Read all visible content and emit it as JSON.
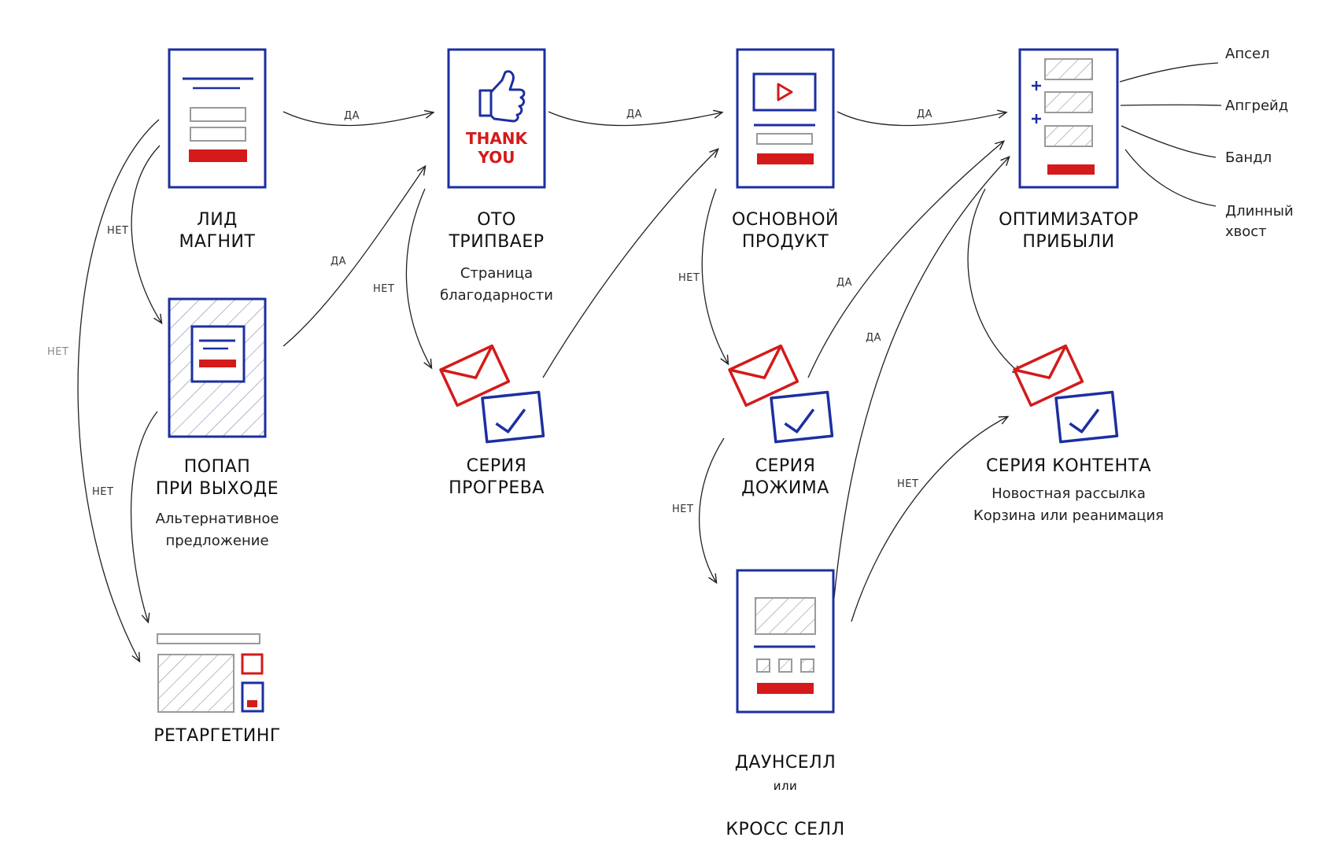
{
  "nodes": {
    "lead_magnet": {
      "title": "ЛИД\nМАГНИТ"
    },
    "exit_popup": {
      "title": "ПОПАП\nПРИ ВЫХОДЕ",
      "subtitle": "Альтернативное\nпредложение"
    },
    "retargeting": {
      "title": "РЕТАРГЕТИНГ"
    },
    "oto": {
      "title": "ОТО\nТРИПВАЕР",
      "subtitle": "Страница\nблагодарности",
      "thank_you": "THANK\nYOU"
    },
    "warmup": {
      "title": "СЕРИЯ\nПРОГРЕВА"
    },
    "core_product": {
      "title": "ОСНОВНОЙ\nПРОДУКТ"
    },
    "push_series": {
      "title": "СЕРИЯ\nДОЖИМА"
    },
    "downsell": {
      "title_main_1": "ДАУНСЕЛЛ",
      "title_small": "или",
      "title_main_2": "КРОСС СЕЛЛ"
    },
    "profit_optimizer": {
      "title": "ОПТИМИЗАТОР\nПРИБЫЛИ"
    },
    "content_series": {
      "title": "СЕРИЯ КОНТЕНТА",
      "subtitle": "Новостная рассылка\nКорзина или реанимация"
    }
  },
  "optimizer_options": [
    "Апсел",
    "Апгрейд",
    "Бандл",
    "Длинный\nхвост"
  ],
  "edge_labels": {
    "yes": "ДА",
    "no": "НЕТ"
  },
  "colors": {
    "blue": "#1c2fa0",
    "red": "#d41a1a",
    "gray": "#9a9a9a",
    "ink": "#222222"
  }
}
